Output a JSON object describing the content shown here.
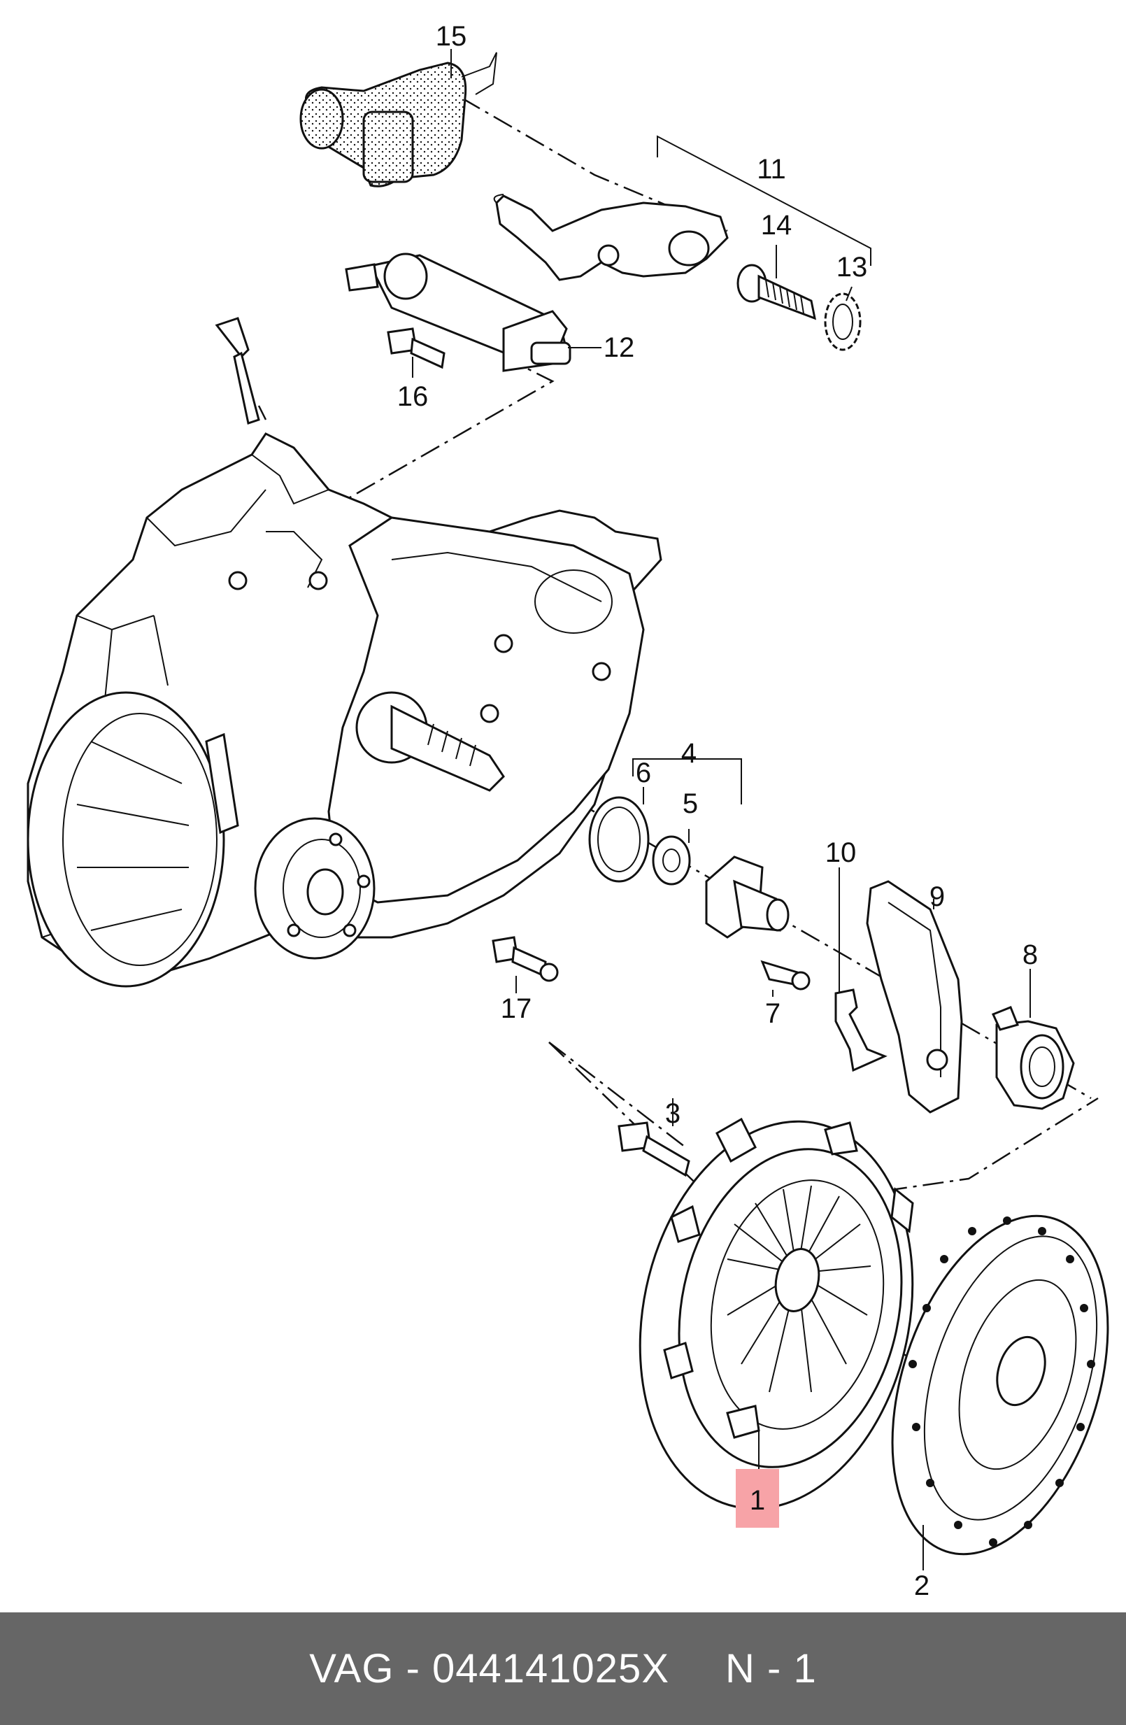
{
  "footer": {
    "part_number_text": "VAG - 044141025X",
    "position_text": "N - 1",
    "background": "#666666"
  },
  "highlight_color": "#f7a3a7",
  "callouts": {
    "c1": "1",
    "c2": "2",
    "c3": "3",
    "c4": "4",
    "c5": "5",
    "c6": "6",
    "c7": "7",
    "c8": "8",
    "c9": "9",
    "c10": "10",
    "c11": "11",
    "c12": "12",
    "c13": "13",
    "c14": "14",
    "c15": "15",
    "c16": "16",
    "c17": "17"
  }
}
